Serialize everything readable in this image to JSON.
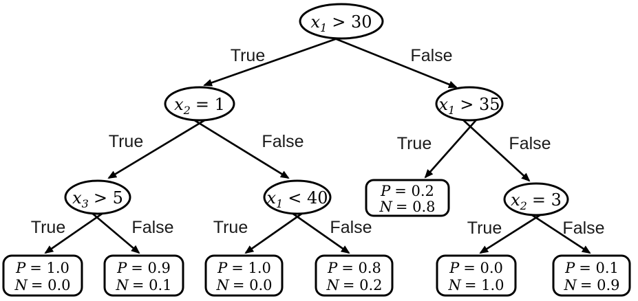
{
  "diagram": {
    "type": "decision-tree",
    "background_color": "#ffffff",
    "line_color": "#000000",
    "text_color": "#000000"
  },
  "tree": {
    "nodes": [
      {
        "id": "root",
        "variable": "x",
        "subscript": "1",
        "condition": "> 30"
      },
      {
        "id": "n-x2-1",
        "variable": "x",
        "subscript": "2",
        "condition": "= 1"
      },
      {
        "id": "n-x1-35",
        "variable": "x",
        "subscript": "1",
        "condition": "> 35"
      },
      {
        "id": "n-x3-5",
        "variable": "x",
        "subscript": "3",
        "condition": "> 5"
      },
      {
        "id": "n-x1-40",
        "variable": "x",
        "subscript": "1",
        "condition": "< 40"
      },
      {
        "id": "n-x2-3",
        "variable": "x",
        "subscript": "2",
        "condition": "= 3"
      }
    ],
    "leaves": [
      {
        "id": "leaf-rt",
        "p_symbol": "P",
        "p_value": "= 0.2",
        "n_symbol": "N",
        "n_value": "= 0.8"
      },
      {
        "id": "leaf-llt",
        "p_symbol": "P",
        "p_value": "= 1.0",
        "n_symbol": "N",
        "n_value": "= 0.0"
      },
      {
        "id": "leaf-llf",
        "p_symbol": "P",
        "p_value": "= 0.9",
        "n_symbol": "N",
        "n_value": "= 0.1"
      },
      {
        "id": "leaf-lrt",
        "p_symbol": "P",
        "p_value": "= 1.0",
        "n_symbol": "N",
        "n_value": "= 0.0"
      },
      {
        "id": "leaf-lrf",
        "p_symbol": "P",
        "p_value": "= 0.8",
        "n_symbol": "N",
        "n_value": "= 0.2"
      },
      {
        "id": "leaf-rft",
        "p_symbol": "P",
        "p_value": "= 0.0",
        "n_symbol": "N",
        "n_value": "= 1.0"
      },
      {
        "id": "leaf-rff",
        "p_symbol": "P",
        "p_value": "= 0.1",
        "n_symbol": "N",
        "n_value": "= 0.9"
      }
    ],
    "edges": [
      {
        "from": "root",
        "to": "n-x2-1",
        "label": "True"
      },
      {
        "from": "root",
        "to": "n-x1-35",
        "label": "False"
      },
      {
        "from": "n-x2-1",
        "to": "n-x3-5",
        "label": "True"
      },
      {
        "from": "n-x2-1",
        "to": "n-x1-40",
        "label": "False"
      },
      {
        "from": "n-x1-35",
        "to": "leaf-rt",
        "label": "True"
      },
      {
        "from": "n-x1-35",
        "to": "n-x2-3",
        "label": "False"
      },
      {
        "from": "n-x3-5",
        "to": "leaf-llt",
        "label": "True"
      },
      {
        "from": "n-x3-5",
        "to": "leaf-llf",
        "label": "False"
      },
      {
        "from": "n-x1-40",
        "to": "leaf-lrt",
        "label": "True"
      },
      {
        "from": "n-x1-40",
        "to": "leaf-lrf",
        "label": "False"
      },
      {
        "from": "n-x2-3",
        "to": "leaf-rft",
        "label": "True"
      },
      {
        "from": "n-x2-3",
        "to": "leaf-rff",
        "label": "False"
      }
    ]
  }
}
